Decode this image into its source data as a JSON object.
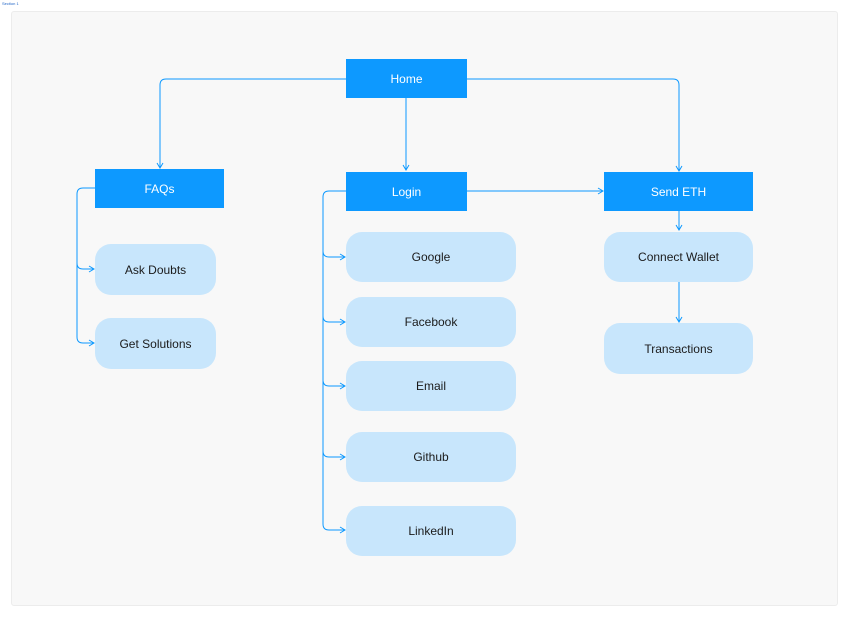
{
  "section": {
    "label": "Section 1"
  },
  "colors": {
    "primary": "#0d99ff",
    "secondary": "#c8e6fc",
    "connector": "#0d99ff"
  },
  "nodes": {
    "home": "Home",
    "faqs": "FAQs",
    "login": "Login",
    "send_eth": "Send ETH",
    "ask_doubts": "Ask Doubts",
    "get_solutions": "Get Solutions",
    "google": "Google",
    "facebook": "Facebook",
    "email": "Email",
    "github": "Github",
    "linkedin": "LinkedIn",
    "connect_wallet": "Connect Wallet",
    "transactions": "Transactions"
  }
}
